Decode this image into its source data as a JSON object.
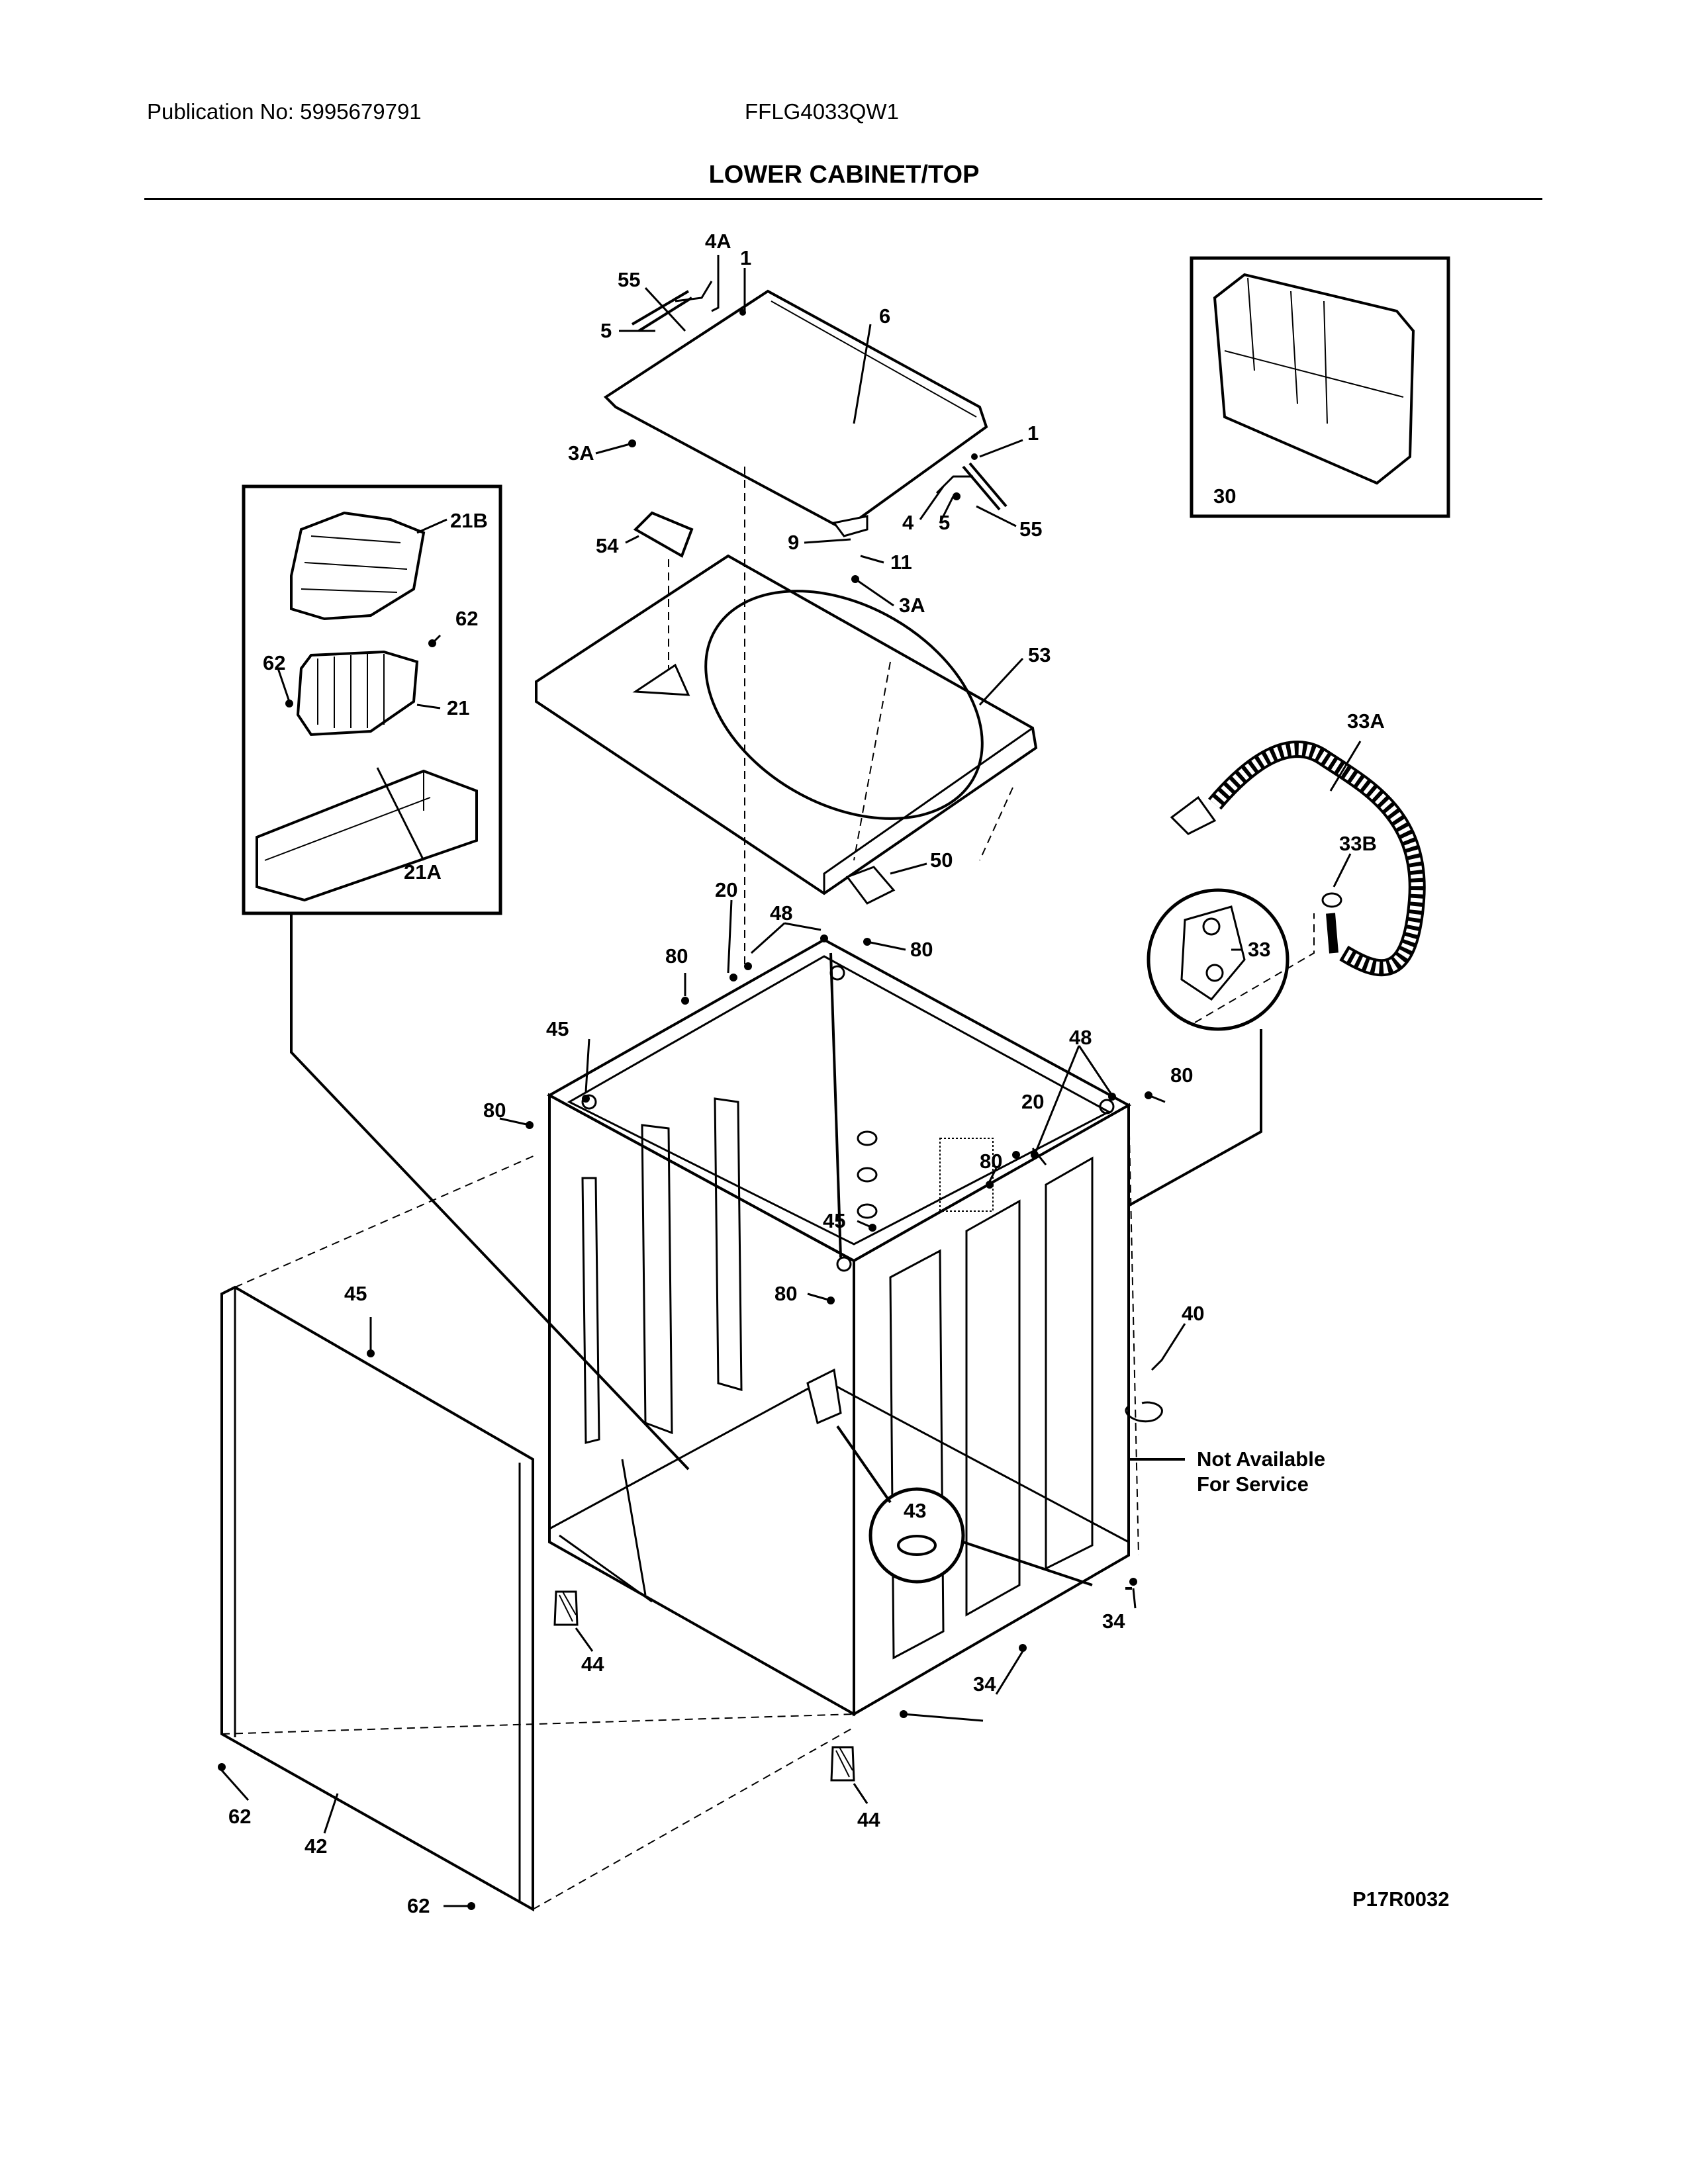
{
  "header": {
    "publication": "Publication No: 5995679791",
    "model": "FFLG4033QW1",
    "title": "LOWER CABINET/TOP"
  },
  "callouts": [
    {
      "id": "c-4A",
      "text": "4A"
    },
    {
      "id": "c-1a",
      "text": "1"
    },
    {
      "id": "c-55a",
      "text": "55"
    },
    {
      "id": "c-5a",
      "text": "5"
    },
    {
      "id": "c-6",
      "text": "6"
    },
    {
      "id": "c-3Aa",
      "text": "3A"
    },
    {
      "id": "c-1b",
      "text": "1"
    },
    {
      "id": "c-4",
      "text": "4"
    },
    {
      "id": "c-5b",
      "text": "5"
    },
    {
      "id": "c-55b",
      "text": "55"
    },
    {
      "id": "c-9",
      "text": "9"
    },
    {
      "id": "c-11",
      "text": "11"
    },
    {
      "id": "c-3Ab",
      "text": "3A"
    },
    {
      "id": "c-54",
      "text": "54"
    },
    {
      "id": "c-53",
      "text": "53"
    },
    {
      "id": "c-21B",
      "text": "21B"
    },
    {
      "id": "c-62a",
      "text": "62"
    },
    {
      "id": "c-62b",
      "text": "62"
    },
    {
      "id": "c-21",
      "text": "21"
    },
    {
      "id": "c-21A",
      "text": "21A"
    },
    {
      "id": "c-30",
      "text": "30"
    },
    {
      "id": "c-33A",
      "text": "33A"
    },
    {
      "id": "c-33B",
      "text": "33B"
    },
    {
      "id": "c-33",
      "text": "33"
    },
    {
      "id": "c-50",
      "text": "50"
    },
    {
      "id": "c-20a",
      "text": "20"
    },
    {
      "id": "c-48a",
      "text": "48"
    },
    {
      "id": "c-80a",
      "text": "80"
    },
    {
      "id": "c-80b",
      "text": "80"
    },
    {
      "id": "c-45a",
      "text": "45"
    },
    {
      "id": "c-48b",
      "text": "48"
    },
    {
      "id": "c-20b",
      "text": "20"
    },
    {
      "id": "c-80c",
      "text": "80"
    },
    {
      "id": "c-80d",
      "text": "80"
    },
    {
      "id": "c-80e",
      "text": "80"
    },
    {
      "id": "c-45b",
      "text": "45"
    },
    {
      "id": "c-80f",
      "text": "80"
    },
    {
      "id": "c-45c",
      "text": "45"
    },
    {
      "id": "c-40",
      "text": "40"
    },
    {
      "id": "c-na1",
      "text": "Not Available"
    },
    {
      "id": "c-na2",
      "text": "For Service"
    },
    {
      "id": "c-43",
      "text": "43"
    },
    {
      "id": "c-34a",
      "text": "34"
    },
    {
      "id": "c-34b",
      "text": "34"
    },
    {
      "id": "c-44a",
      "text": "44"
    },
    {
      "id": "c-44b",
      "text": "44"
    },
    {
      "id": "c-62c",
      "text": "62"
    },
    {
      "id": "c-42",
      "text": "42"
    },
    {
      "id": "c-62d",
      "text": "62"
    }
  ],
  "figure_code": "P17R0032"
}
